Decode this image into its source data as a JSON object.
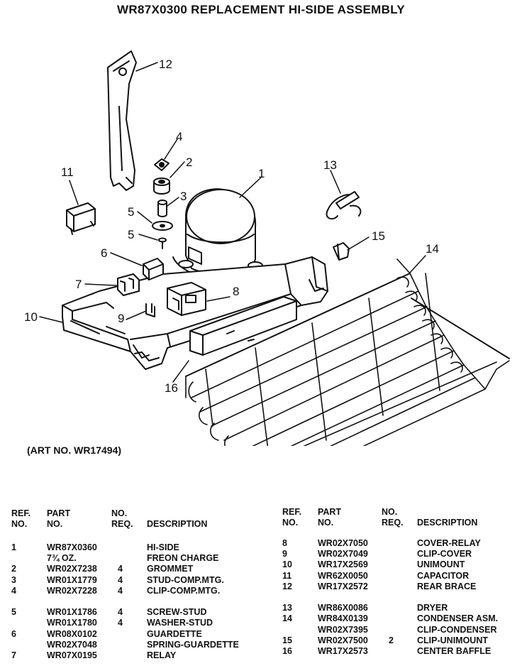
{
  "title": "WR87X0300 REPLACEMENT HI-SIDE ASSEMBLY",
  "art_no": "(ART NO. WR17494)",
  "callouts": [
    "12",
    "4",
    "2",
    "11",
    "3",
    "5",
    "5",
    "1",
    "13",
    "15",
    "14",
    "6",
    "7",
    "8",
    "10",
    "9",
    "16"
  ],
  "headers": {
    "ref": [
      "REF.",
      "NO."
    ],
    "part": [
      "PART",
      "NO."
    ],
    "req": [
      "NO.",
      "REQ."
    ],
    "desc": "DESCRIPTION"
  },
  "left_rows": [
    {
      "ref": "1",
      "part": "WR87X0360",
      "req": "",
      "desc": "HI-SIDE"
    },
    {
      "ref": "",
      "part": "7¾ OZ.",
      "req": "",
      "desc": "FREON CHARGE"
    },
    {
      "ref": "2",
      "part": "WR02X7238",
      "req": "4",
      "desc": "GROMMET"
    },
    {
      "ref": "3",
      "part": "WR01X1779",
      "req": "4",
      "desc": "STUD-COMP.MTG."
    },
    {
      "ref": "4",
      "part": "WR02X7228",
      "req": "4",
      "desc": "CLIP-COMP.MTG."
    },
    {
      "gap": true
    },
    {
      "ref": "5",
      "part": "WR01X1786",
      "req": "4",
      "desc": "SCREW-STUD"
    },
    {
      "ref": "",
      "part": "WR01X1780",
      "req": "4",
      "desc": "WASHER-STUD"
    },
    {
      "ref": "6",
      "part": "WR08X0102",
      "req": "",
      "desc": "GUARDETTE"
    },
    {
      "ref": "",
      "part": "WR02X7048",
      "req": "",
      "desc": "SPRING-GUARDETTE"
    },
    {
      "ref": "7",
      "part": "WR07X0195",
      "req": "",
      "desc": "RELAY"
    }
  ],
  "right_rows": [
    {
      "ref": "8",
      "part": "WR02X7050",
      "req": "",
      "desc": "COVER-RELAY"
    },
    {
      "ref": "9",
      "part": "WR02X7049",
      "req": "",
      "desc": "CLIP-COVER"
    },
    {
      "ref": "10",
      "part": "WR17X2569",
      "req": "",
      "desc": "UNIMOUNT"
    },
    {
      "ref": "11",
      "part": "WR62X0050",
      "req": "",
      "desc": "CAPACITOR"
    },
    {
      "ref": "12",
      "part": "WR17X2572",
      "req": "",
      "desc": "REAR BRACE"
    },
    {
      "gap": true
    },
    {
      "ref": "13",
      "part": "WR86X0086",
      "req": "",
      "desc": "DRYER"
    },
    {
      "ref": "14",
      "part": "WR84X0139",
      "req": "",
      "desc": "CONDENSER ASM."
    },
    {
      "ref": "",
      "part": "WR02X7395",
      "req": "",
      "desc": "CLIP-CONDENSER"
    },
    {
      "ref": "15",
      "part": "WR02X7500",
      "req": "2",
      "desc": "CLIP-UNIMOUNT"
    },
    {
      "ref": "16",
      "part": "WR17X2573",
      "req": "",
      "desc": "CENTER BAFFLE"
    }
  ]
}
